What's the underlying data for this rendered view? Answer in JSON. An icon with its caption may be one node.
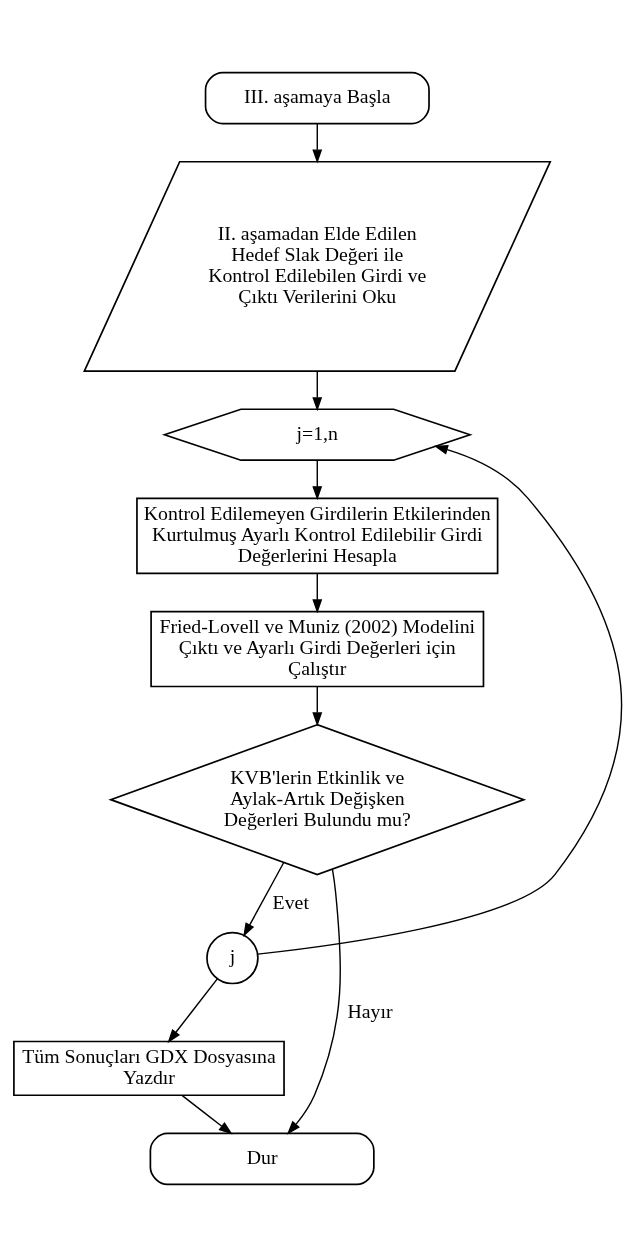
{
  "diagram": {
    "nodes": [
      {
        "text": [
          "III. aşamaya Başla"
        ]
      },
      {
        "text": [
          "II. aşamadan Elde Edilen Hedef Slak Değeri ile Kontrol Edilebilen Girdi ve Çıktı Verilerini Oku"
        ]
      },
      {
        "text": [
          "j=1,n"
        ]
      },
      {
        "text": [
          "Kontrol Edilemeyen Girdilerin Etkilerinden Kurtulmuş Ayarlı Kontrol Edilebilir Girdi Değerlerini Hesapla"
        ]
      },
      {
        "text": [
          "Fried-Lovell ve Muniz (2002) Modelini Çıktı ve Ayarlı Girdi Değerleri için Çalıştır"
        ]
      },
      {
        "text": [
          "KVB'lerin Etkinlik ve Aylak-Artık Değişken Değerleri Bulundu mu?"
        ]
      },
      {
        "text": [
          "j"
        ]
      },
      {
        "text": [
          "Tüm Sonuçları GDX Dosyasına Yazdır"
        ]
      },
      {
        "text": [
          "Dur"
        ]
      }
    ],
    "edges": [
      {
        "from": 0,
        "to": 1,
        "arrow": "to"
      },
      {
        "from": 1,
        "to": 2,
        "arrow": "to"
      },
      {
        "from": 2,
        "to": 3,
        "arrow": "to"
      },
      {
        "from": 3,
        "to": 4,
        "arrow": "to"
      },
      {
        "from": 4,
        "to": 5,
        "arrow": "to"
      },
      {
        "from": 5,
        "to": 6,
        "arrow": "to",
        "label": "Evet"
      },
      {
        "from": 6,
        "to": 2,
        "arrow": "to"
      },
      {
        "from": 5,
        "to": 8,
        "arrow": "to",
        "label": "Hayır"
      },
      {
        "from": 6,
        "to": 7,
        "arrow": "to"
      },
      {
        "from": 7,
        "to": 8,
        "arrow": "to"
      }
    ]
  }
}
